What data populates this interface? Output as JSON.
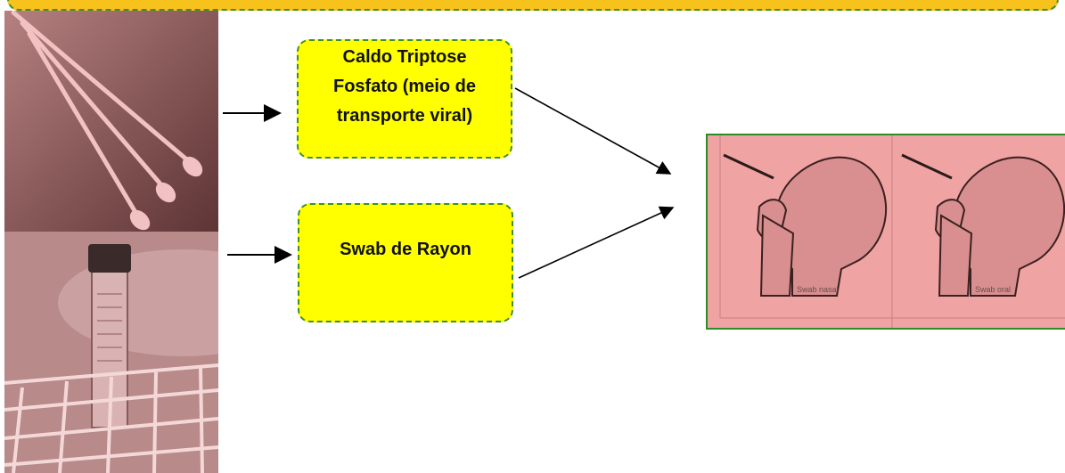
{
  "boxes": {
    "transport_medium": "Caldo Triptose\nFosfato (meio de\ntransporte viral)",
    "swab": "Swab de Rayon"
  },
  "illustration": {
    "left_caption": "Swab nasal",
    "right_caption": "Swab oral"
  },
  "colors": {
    "box_fill": "#ffff00",
    "box_border": "#3f8f2a",
    "banner": "#f7c21b",
    "panel": "#f0a3a3"
  }
}
